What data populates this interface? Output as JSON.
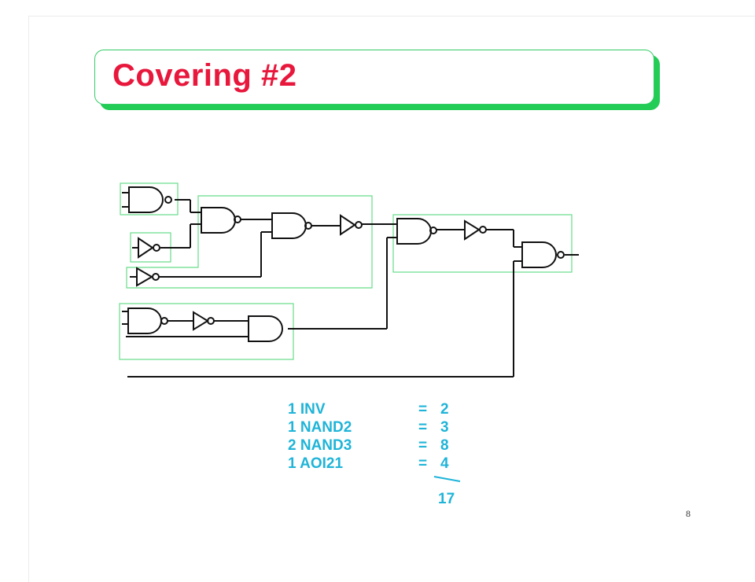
{
  "slide": {
    "title": "Covering #2",
    "page_number": "8"
  },
  "colors": {
    "title": "#e8173c",
    "title_shadow": "#22cc55",
    "box_outline": "#66dd88",
    "cost_text": "#1fb4d8",
    "wire": "#111111"
  },
  "cost_table": {
    "rows": [
      {
        "item": "1 INV",
        "eq": "=",
        "value": "2"
      },
      {
        "item": "1 NAND2",
        "eq": "=",
        "value": "3"
      },
      {
        "item": "2 NAND3",
        "eq": "=",
        "value": "8"
      },
      {
        "item": "1 AOI21",
        "eq": "=",
        "value": "4"
      }
    ],
    "total": "17"
  }
}
